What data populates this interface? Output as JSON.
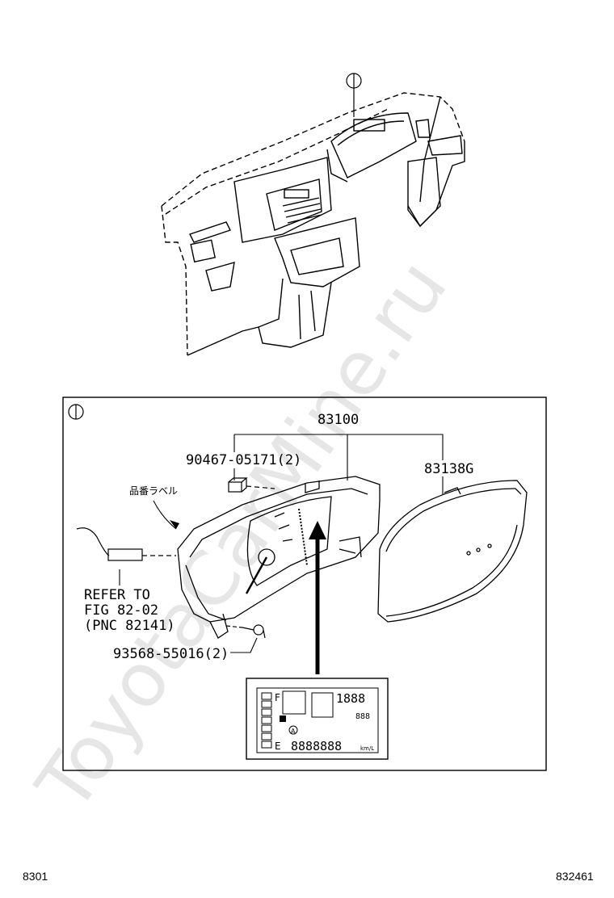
{
  "watermark": "ToyotaCarMine.ru",
  "callout_symbol": "①",
  "parts": {
    "cluster": "83100",
    "screw": "90467-05171(2)",
    "lens": "83138G",
    "bolt": "93568-55016(2)",
    "label_jp": "品番ラベル"
  },
  "refer": {
    "line1": "REFER TO",
    "line2": "FIG 82-02",
    "line3": "(PNC 82141)"
  },
  "display": {
    "digits_top": "1888",
    "digits_mid": "888",
    "odometer": "8888888",
    "unit": "km/L",
    "marker_f": "F",
    "marker_e": "E",
    "marker_a": "A"
  },
  "footer": {
    "left": "8301",
    "right": "832461"
  }
}
